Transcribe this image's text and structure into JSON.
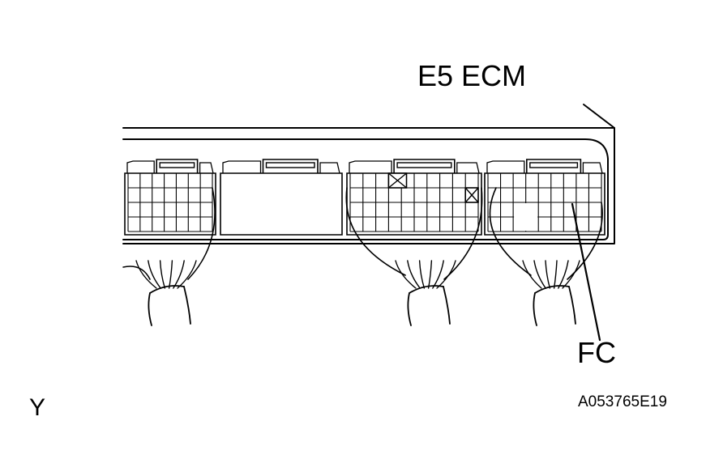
{
  "labels": {
    "component": "E5 ECM",
    "terminal": "FC",
    "view_code": "Y",
    "figure_id": "A053765E19"
  },
  "colors": {
    "line": "#000000",
    "background": "#ffffff"
  }
}
